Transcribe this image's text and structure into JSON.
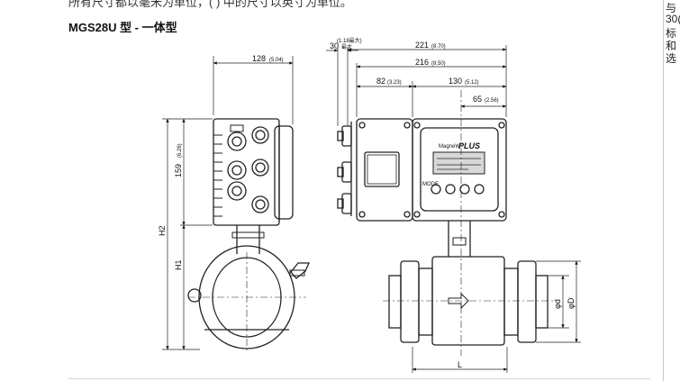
{
  "header": {
    "note": "所有尺寸都以毫米为单位，( ) 中的尺寸以英寸为单位。",
    "title": "MGS28U 型 - 一体型"
  },
  "dimensions": {
    "d128": "128",
    "d128_in": "(5.04)",
    "d159": "159",
    "d159_in": "(6.26)",
    "d30": "30",
    "d30_note": "(1.18最大)",
    "d30_max": "最大",
    "d221": "221",
    "d221_in": "(8.70)",
    "d216": "216",
    "d216_in": "(8.50)",
    "d82": "82",
    "d82_in": "(3.23)",
    "d130": "130",
    "d130_in": "(5.12)",
    "d65": "65",
    "d65_in": "(2.56)"
  },
  "labels": {
    "h1": "H1",
    "h2": "H2",
    "length": "L",
    "inner_dia": "φd",
    "outer_dia": "φD",
    "brand": "MagneW",
    "plus": "PLUS",
    "mode": "MODE"
  },
  "side_panel": [
    "与",
    "30(",
    "标",
    "和",
    "选"
  ],
  "colors": {
    "line": "#222222",
    "display": "#d8d8d8"
  }
}
